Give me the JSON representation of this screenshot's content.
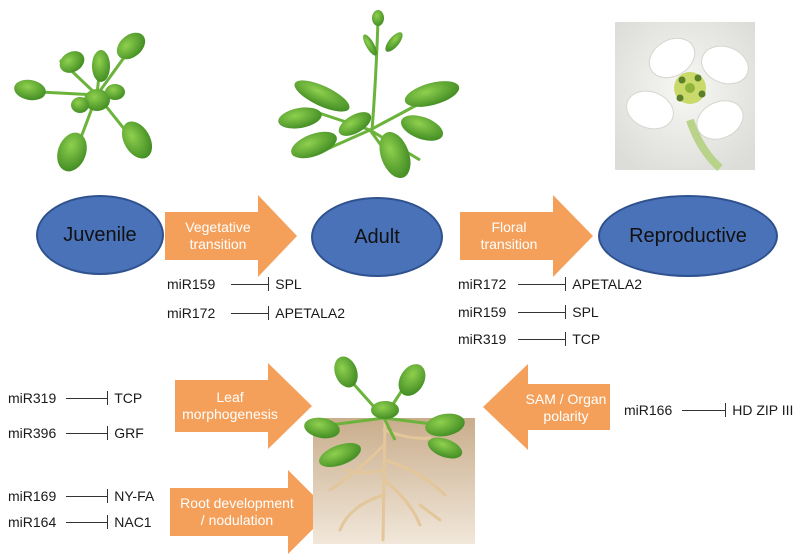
{
  "stages": {
    "juvenile": "Juvenile",
    "adult": "Adult",
    "reproductive": "Reproductive"
  },
  "transitions": {
    "vegetative": {
      "line1": "Vegetative",
      "line2": "transition"
    },
    "floral": {
      "line1": "Floral",
      "line2": "transition"
    }
  },
  "processes": {
    "leaf": {
      "line1": "Leaf",
      "line2": "morphogenesis"
    },
    "root": {
      "line1": "Root development",
      "line2": "/ nodulation"
    },
    "sam": {
      "line1": "SAM / Organ",
      "line2": "polarity"
    }
  },
  "regulations": {
    "vegetative": [
      {
        "mirna": "miR159",
        "target": "SPL"
      },
      {
        "mirna": "miR172",
        "target": "APETALA2"
      }
    ],
    "floral": [
      {
        "mirna": "miR172",
        "target": "APETALA2"
      },
      {
        "mirna": "miR159",
        "target": "SPL"
      },
      {
        "mirna": "miR319",
        "target": "TCP"
      }
    ],
    "leaf": [
      {
        "mirna": "miR319",
        "target": "TCP"
      },
      {
        "mirna": "miR396",
        "target": "GRF"
      }
    ],
    "root": [
      {
        "mirna": "miR169",
        "target": "NY-FA"
      },
      {
        "mirna": "miR164",
        "target": "NAC1"
      }
    ],
    "sam": [
      {
        "mirna": "miR166",
        "target": "HD ZIP III"
      }
    ]
  },
  "colors": {
    "stage_fill": "#4a72b8",
    "stage_border": "#2f528f",
    "arrow_fill": "#f4a05a",
    "leaf_green": "#5aa832",
    "soil": "#d9c3a8"
  }
}
